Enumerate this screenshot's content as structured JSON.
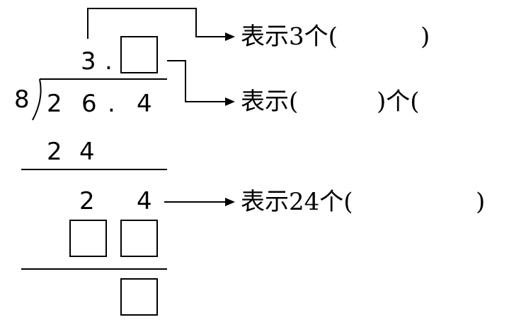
{
  "division": {
    "divisor": "8",
    "quotient_int": "3",
    "quotient_point": ".",
    "dividend": [
      "2",
      "6",
      ".",
      "4"
    ],
    "step1_product": [
      "2",
      "4"
    ],
    "step2_remainder": [
      "2",
      "4"
    ]
  },
  "annotations": [
    {
      "prefix": "表示3个(",
      "suffix": ")"
    },
    {
      "prefix": "表示(",
      "middle": ")个(",
      "suffix": ""
    },
    {
      "prefix": "表示24个(",
      "suffix": ")"
    }
  ]
}
